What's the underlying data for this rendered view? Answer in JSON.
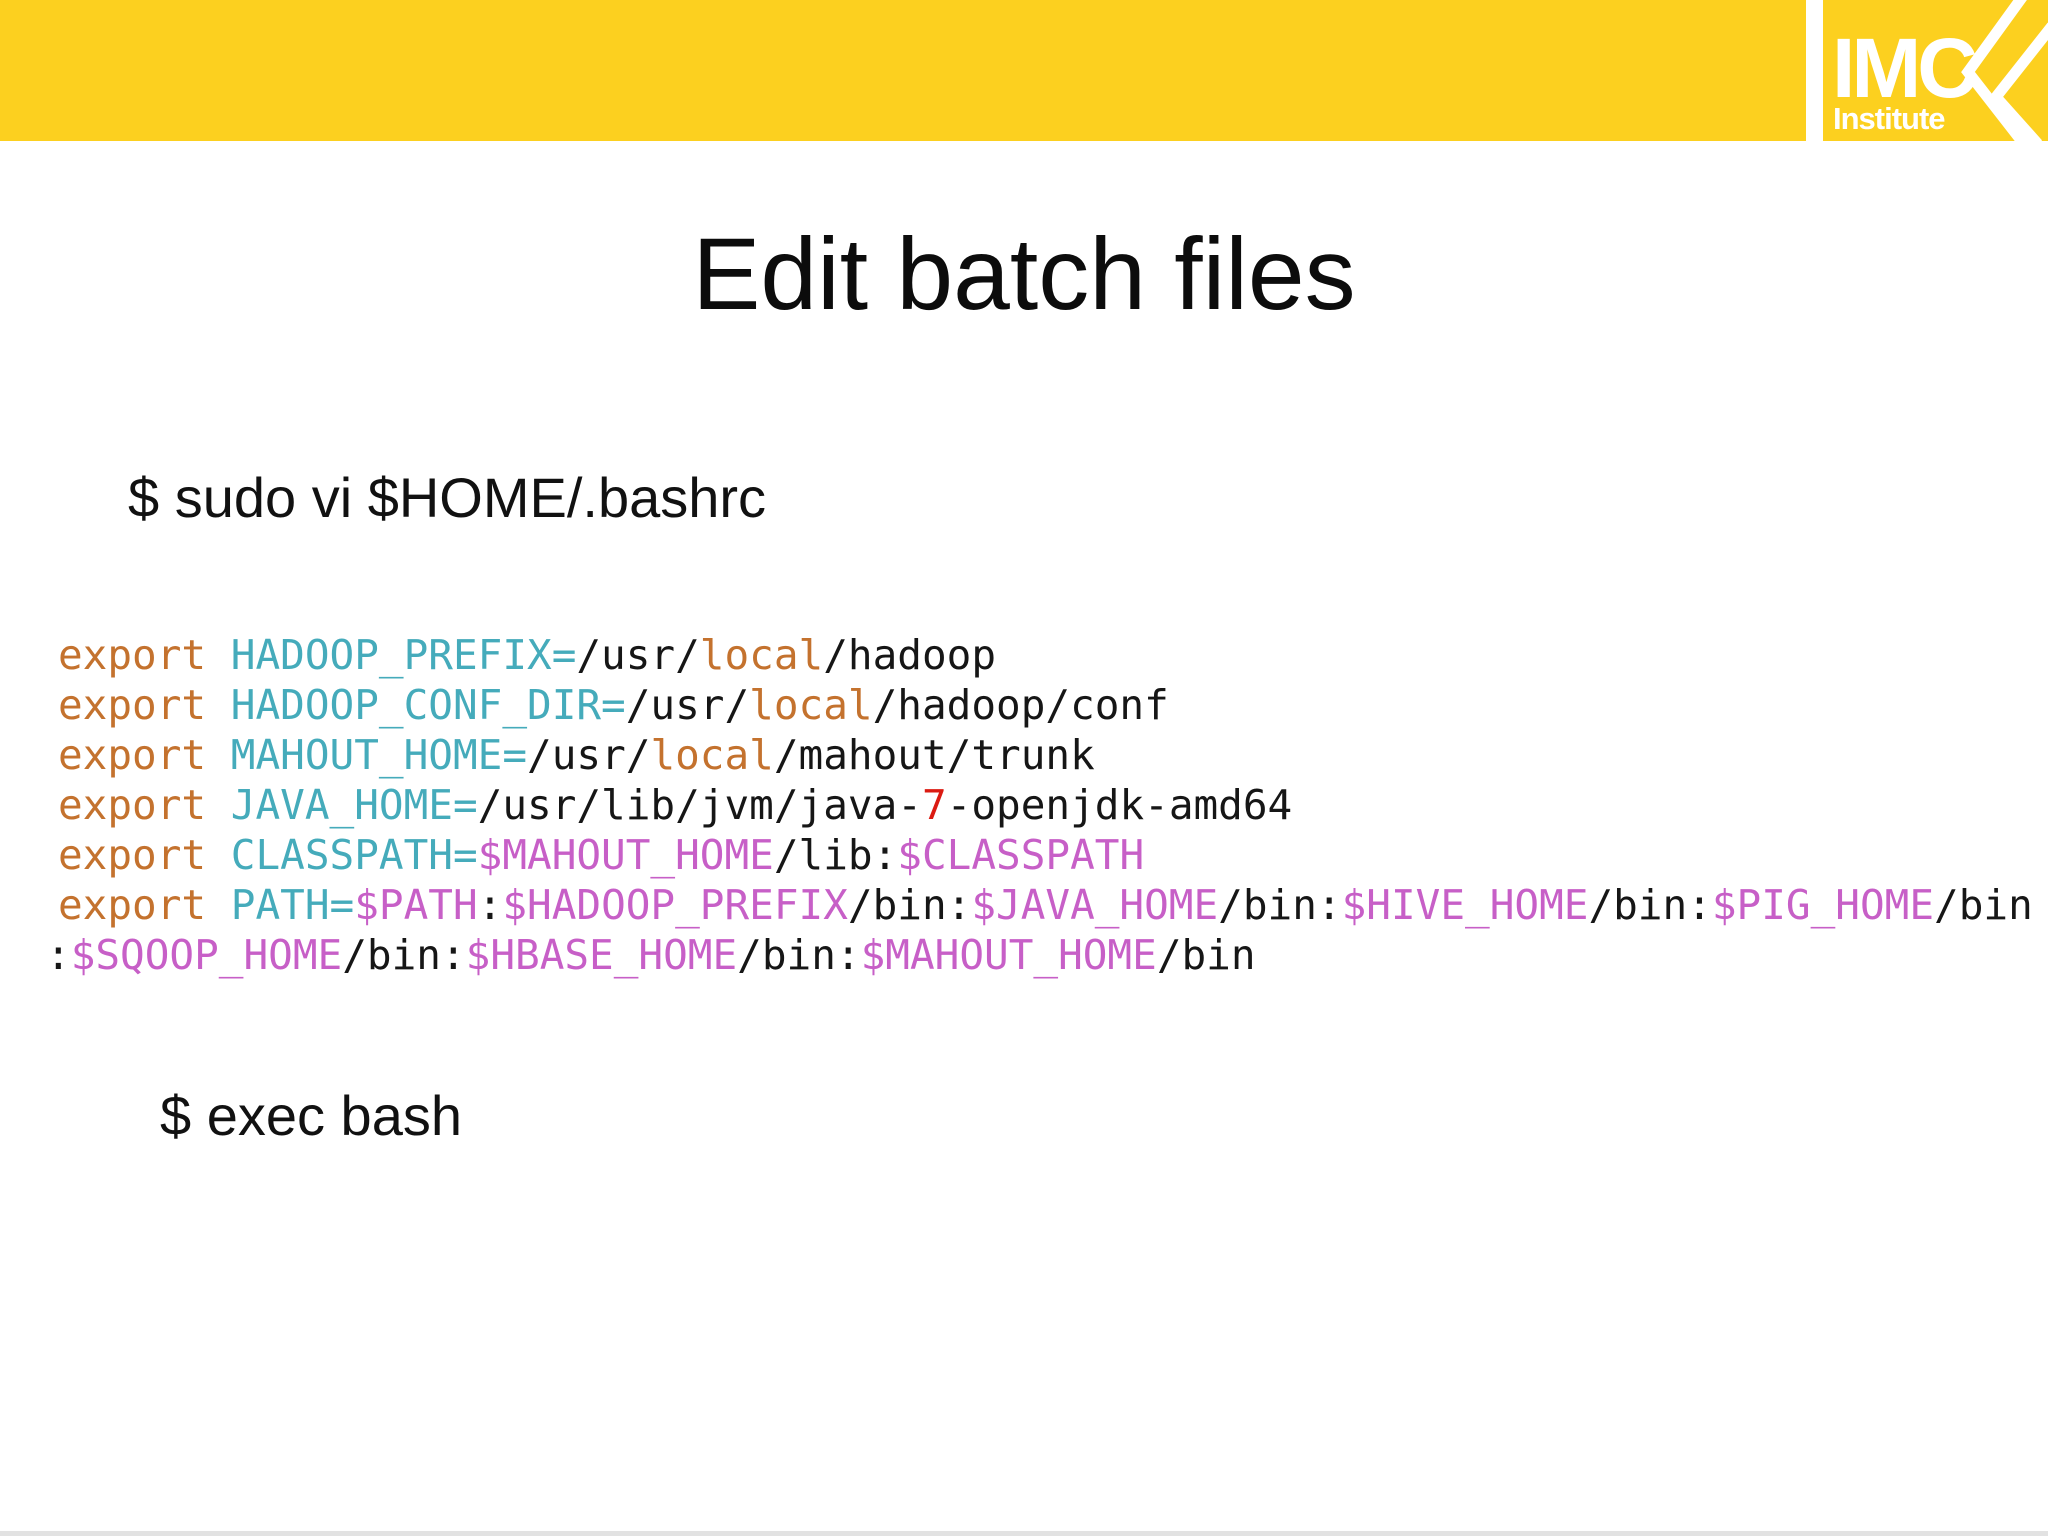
{
  "header": {
    "bar_color": "#FCD01F",
    "logo": {
      "line1": "IMC",
      "line2": "Institute"
    }
  },
  "title": "Edit batch files",
  "commands": {
    "top": "$ sudo vi $HOME/.bashrc",
    "bottom": "$ exec bash"
  },
  "code": {
    "colors": {
      "kw": "#C4722E",
      "var": "#45ABBB",
      "exp": "#C75FC7",
      "num": "#DB1B12",
      "tx": "#161616"
    },
    "lines": [
      [
        {
          "t": "export ",
          "c": "kw"
        },
        {
          "t": "HADOOP_PREFIX=",
          "c": "var"
        },
        {
          "t": "/usr/",
          "c": "tx"
        },
        {
          "t": "local",
          "c": "kw"
        },
        {
          "t": "/hadoop",
          "c": "tx"
        }
      ],
      [
        {
          "t": "export ",
          "c": "kw"
        },
        {
          "t": "HADOOP_CONF_DIR=",
          "c": "var"
        },
        {
          "t": "/usr/",
          "c": "tx"
        },
        {
          "t": "local",
          "c": "kw"
        },
        {
          "t": "/hadoop/conf",
          "c": "tx"
        }
      ],
      [
        {
          "t": "export ",
          "c": "kw"
        },
        {
          "t": "MAHOUT_HOME=",
          "c": "var"
        },
        {
          "t": "/usr/",
          "c": "tx"
        },
        {
          "t": "local",
          "c": "kw"
        },
        {
          "t": "/mahout/trunk",
          "c": "tx"
        }
      ],
      [
        {
          "t": "export ",
          "c": "kw"
        },
        {
          "t": "JAVA_HOME=",
          "c": "var"
        },
        {
          "t": "/usr/lib/jvm/java-",
          "c": "tx"
        },
        {
          "t": "7",
          "c": "num"
        },
        {
          "t": "-openjdk-amd64",
          "c": "tx"
        }
      ],
      [
        {
          "t": "export ",
          "c": "kw"
        },
        {
          "t": "CLASSPATH=",
          "c": "var"
        },
        {
          "t": "$MAHOUT_HOME",
          "c": "exp"
        },
        {
          "t": "/lib:",
          "c": "tx"
        },
        {
          "t": "$CLASSPATH",
          "c": "exp"
        }
      ],
      [
        {
          "t": "export ",
          "c": "kw"
        },
        {
          "t": "PATH=",
          "c": "var"
        },
        {
          "t": "$PATH",
          "c": "exp"
        },
        {
          "t": ":",
          "c": "tx"
        },
        {
          "t": "$HADOOP_PREFIX",
          "c": "exp"
        },
        {
          "t": "/bin:",
          "c": "tx"
        },
        {
          "t": "$JAVA_HOME",
          "c": "exp"
        },
        {
          "t": "/bin:",
          "c": "tx"
        },
        {
          "t": "$HIVE_HOME",
          "c": "exp"
        },
        {
          "t": "/bin:",
          "c": "tx"
        },
        {
          "t": "$PIG_HOME",
          "c": "exp"
        },
        {
          "t": "/bin",
          "c": "tx"
        }
      ],
      [
        {
          "t": ":",
          "c": "tx"
        },
        {
          "t": "$SQOOP_HOME",
          "c": "exp"
        },
        {
          "t": "/bin:",
          "c": "tx"
        },
        {
          "t": "$HBASE_HOME",
          "c": "exp"
        },
        {
          "t": "/bin:",
          "c": "tx"
        },
        {
          "t": "$MAHOUT_HOME",
          "c": "exp"
        },
        {
          "t": "/bin",
          "c": "tx"
        }
      ]
    ]
  }
}
